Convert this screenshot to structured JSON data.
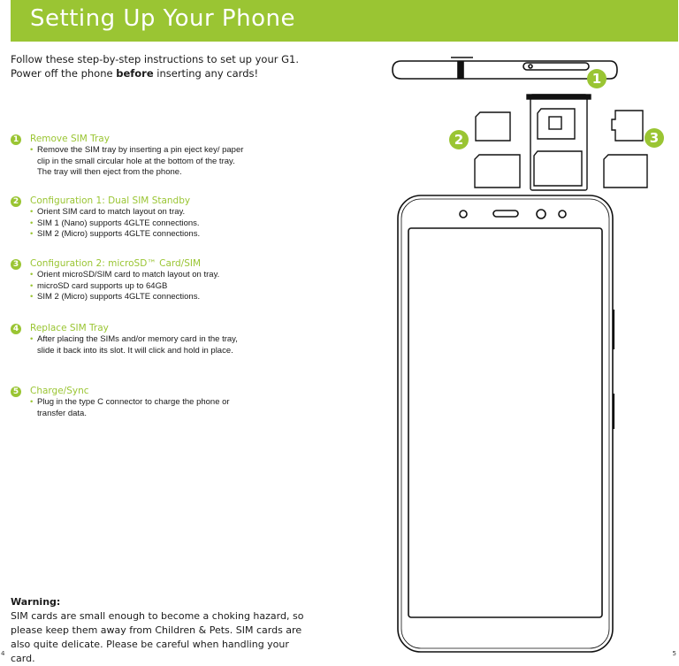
{
  "header": {
    "title": "Setting Up Your Phone"
  },
  "intro": {
    "line1": "Follow these step-by-step instructions to set up your G1.",
    "line2_pre": "Power off the phone ",
    "line2_bold": "before",
    "line2_post": " inserting any cards!"
  },
  "steps": [
    {
      "num": "1",
      "title": "Remove SIM Tray",
      "bullets": [
        "Remove the SIM tray by inserting a pin eject key/ paper clip in the small circular hole at the bottom of the tray. The tray will then eject from the phone."
      ]
    },
    {
      "num": "2",
      "title": "Configuration 1: Dual SIM Standby",
      "bullets": [
        "Orient SIM card to match layout on tray.",
        "SIM 1 (Nano) supports 4GLTE connections.",
        "SIM 2 (Micro) supports 4GLTE connections."
      ]
    },
    {
      "num": "3",
      "title": "Configuration 2: microSD™ Card/SIM",
      "bullets": [
        "Orient microSD/SIM card to match layout on tray.",
        "microSD card supports up to 64GB",
        "SIM 2 (Micro) supports 4GLTE connections."
      ]
    },
    {
      "num": "4",
      "title": "Replace SIM Tray",
      "bullets": [
        "After placing the SIMs and/or memory card in the tray, slide it back into its slot. It will click and hold in place."
      ]
    },
    {
      "num": "5",
      "title": "Charge/Sync",
      "bullets": [
        "Plug in the type C connector to charge the phone or transfer data."
      ]
    }
  ],
  "warning": {
    "title": "Warning:",
    "text": "SIM cards are small enough to become a choking hazard, so please keep them away from Children & Pets. SIM cards are also quite delicate. Please be careful when handling your card."
  },
  "callouts": [
    "1",
    "2",
    "3"
  ],
  "pages": {
    "left": "4",
    "right": "5"
  },
  "colors": {
    "accent": "#9ac533",
    "text": "#1a1a1a"
  }
}
